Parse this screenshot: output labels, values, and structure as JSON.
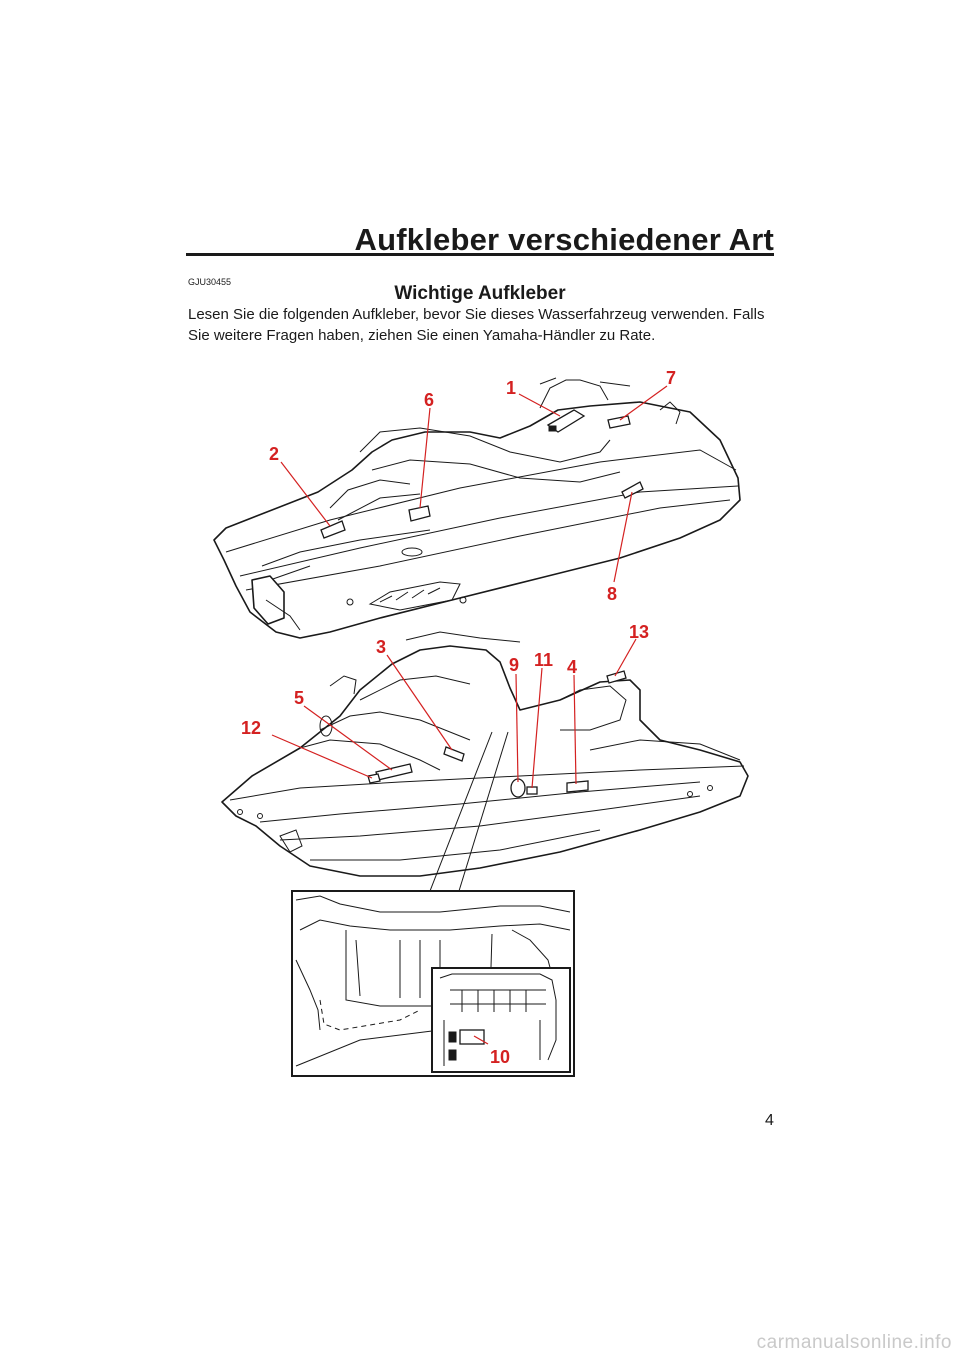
{
  "header": {
    "title": "Aufkleber verschiedener Art"
  },
  "section": {
    "code": "GJU30455",
    "title": "Wichtige Aufkleber",
    "intro": "Lesen Sie die folgenden Aufkleber, bevor Sie dieses Wasserfahrzeug verwenden. Falls Sie weitere Fragen haben, ziehen Sie einen Yamaha-Händler zu Rate."
  },
  "diagram": {
    "callouts": {
      "c1": "1",
      "c2": "2",
      "c3": "3",
      "c4": "4",
      "c5": "5",
      "c6": "6",
      "c7": "7",
      "c8": "8",
      "c9": "9",
      "c10": "10",
      "c11": "11",
      "c12": "12",
      "c13": "13"
    },
    "callout_color": "#d42121"
  },
  "page": {
    "number": "4"
  },
  "watermark": "carmanualsonline.info"
}
